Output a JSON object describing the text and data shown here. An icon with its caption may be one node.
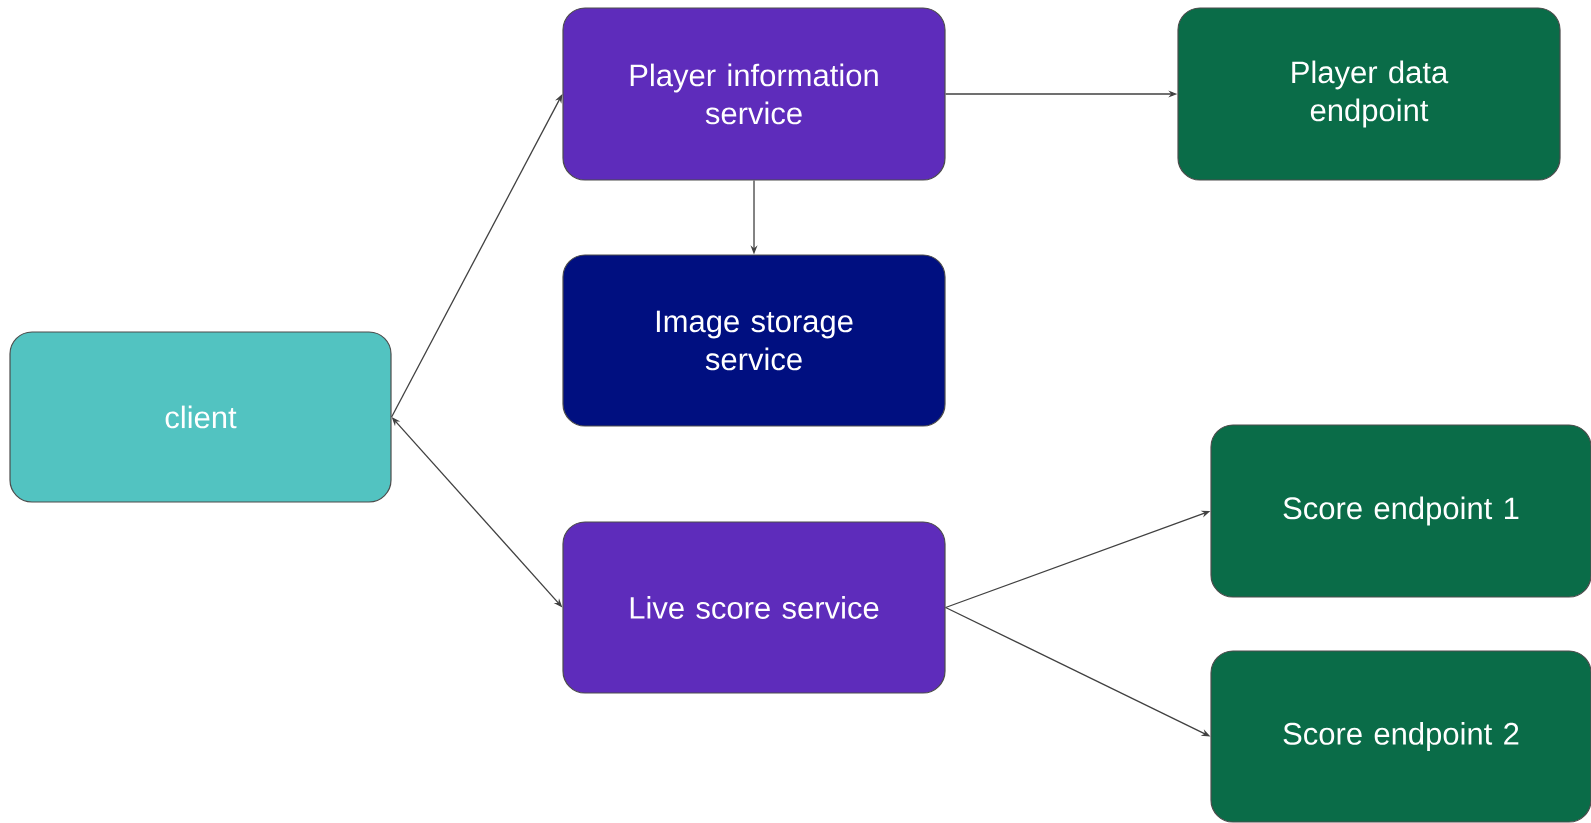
{
  "diagram": {
    "nodes": [
      {
        "text": [
          "client"
        ]
      },
      {
        "text": [
          "Player information service"
        ]
      },
      {
        "text": [
          "Image storage service"
        ]
      },
      {
        "text": [
          "Live score service"
        ]
      },
      {
        "text": [
          "Player data endpoint"
        ]
      },
      {
        "text": [
          "Score endpoint 1"
        ]
      },
      {
        "text": [
          "Score endpoint 2"
        ]
      }
    ],
    "edges": [
      {
        "from": 0,
        "to": 1,
        "arrow": "to"
      },
      {
        "from": 0,
        "to": 3,
        "arrow": "both"
      },
      {
        "from": 1,
        "to": 2,
        "arrow": "to"
      },
      {
        "from": 1,
        "to": 4,
        "arrow": "to"
      },
      {
        "from": 3,
        "to": 5,
        "arrow": "to"
      },
      {
        "from": 3,
        "to": 6,
        "arrow": "to"
      }
    ]
  }
}
